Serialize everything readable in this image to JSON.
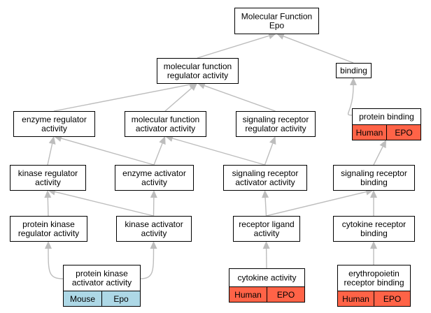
{
  "colors": {
    "edge": "#bdbdbd",
    "human_epo": "#ff6347",
    "mouse_epo": "#add8e6",
    "box_border": "#000000",
    "background": "#ffffff"
  },
  "nodes": {
    "root": {
      "lines": [
        "Molecular Function",
        "Epo"
      ]
    },
    "mfr": {
      "lines": [
        "molecular function",
        "regulator activity"
      ]
    },
    "binding": {
      "lines": [
        "binding"
      ]
    },
    "enzreg": {
      "lines": [
        "enzyme regulator",
        "activity"
      ]
    },
    "mfact": {
      "lines": [
        "molecular function",
        "activator activity"
      ]
    },
    "sigreg": {
      "lines": [
        "signaling receptor",
        "regulator activity"
      ]
    },
    "protbind": {
      "lines": [
        "protein binding"
      ],
      "tags": [
        {
          "label": "Human",
          "color": "#ff6347"
        },
        {
          "label": "EPO",
          "color": "#ff6347"
        }
      ]
    },
    "kinreg": {
      "lines": [
        "kinase regulator",
        "activity"
      ]
    },
    "enzact": {
      "lines": [
        "enzyme activator",
        "activity"
      ]
    },
    "sigact": {
      "lines": [
        "signaling receptor",
        "activator activity"
      ]
    },
    "sigbind": {
      "lines": [
        "signaling receptor",
        "binding"
      ]
    },
    "pkreg": {
      "lines": [
        "protein kinase",
        "regulator activity"
      ]
    },
    "kinact": {
      "lines": [
        "kinase activator",
        "activity"
      ]
    },
    "rligand": {
      "lines": [
        "receptor ligand",
        "activity"
      ]
    },
    "cytbind": {
      "lines": [
        "cytokine receptor",
        "binding"
      ]
    },
    "pkact": {
      "lines": [
        "protein kinase",
        "activator activity"
      ],
      "tags": [
        {
          "label": "Mouse",
          "color": "#add8e6"
        },
        {
          "label": "Epo",
          "color": "#add8e6"
        }
      ]
    },
    "cytact": {
      "lines": [
        "cytokine activity"
      ],
      "tags": [
        {
          "label": "Human",
          "color": "#ff6347"
        },
        {
          "label": "EPO",
          "color": "#ff6347"
        }
      ]
    },
    "eporbind": {
      "lines": [
        "erythropoietin",
        "receptor binding"
      ],
      "tags": [
        {
          "label": "Human",
          "color": "#ff6347"
        },
        {
          "label": "EPO",
          "color": "#ff6347"
        }
      ]
    }
  },
  "edges": [
    {
      "from": "mfr",
      "to": "root"
    },
    {
      "from": "binding",
      "to": "root"
    },
    {
      "from": "enzreg",
      "to": "mfr"
    },
    {
      "from": "mfact",
      "to": "mfr"
    },
    {
      "from": "sigreg",
      "to": "mfr"
    },
    {
      "from": "protbind",
      "to": "binding"
    },
    {
      "from": "kinreg",
      "to": "enzreg"
    },
    {
      "from": "enzact",
      "to": "enzreg"
    },
    {
      "from": "enzact",
      "to": "mfact"
    },
    {
      "from": "sigact",
      "to": "mfact"
    },
    {
      "from": "sigact",
      "to": "sigreg"
    },
    {
      "from": "sigbind",
      "to": "protbind"
    },
    {
      "from": "pkreg",
      "to": "kinreg"
    },
    {
      "from": "kinact",
      "to": "kinreg"
    },
    {
      "from": "kinact",
      "to": "enzact"
    },
    {
      "from": "rligand",
      "to": "sigact"
    },
    {
      "from": "rligand",
      "to": "sigbind"
    },
    {
      "from": "cytbind",
      "to": "sigbind"
    },
    {
      "from": "pkact",
      "to": "pkreg"
    },
    {
      "from": "pkact",
      "to": "kinact"
    },
    {
      "from": "cytact",
      "to": "rligand"
    },
    {
      "from": "eporbind",
      "to": "cytbind"
    }
  ]
}
